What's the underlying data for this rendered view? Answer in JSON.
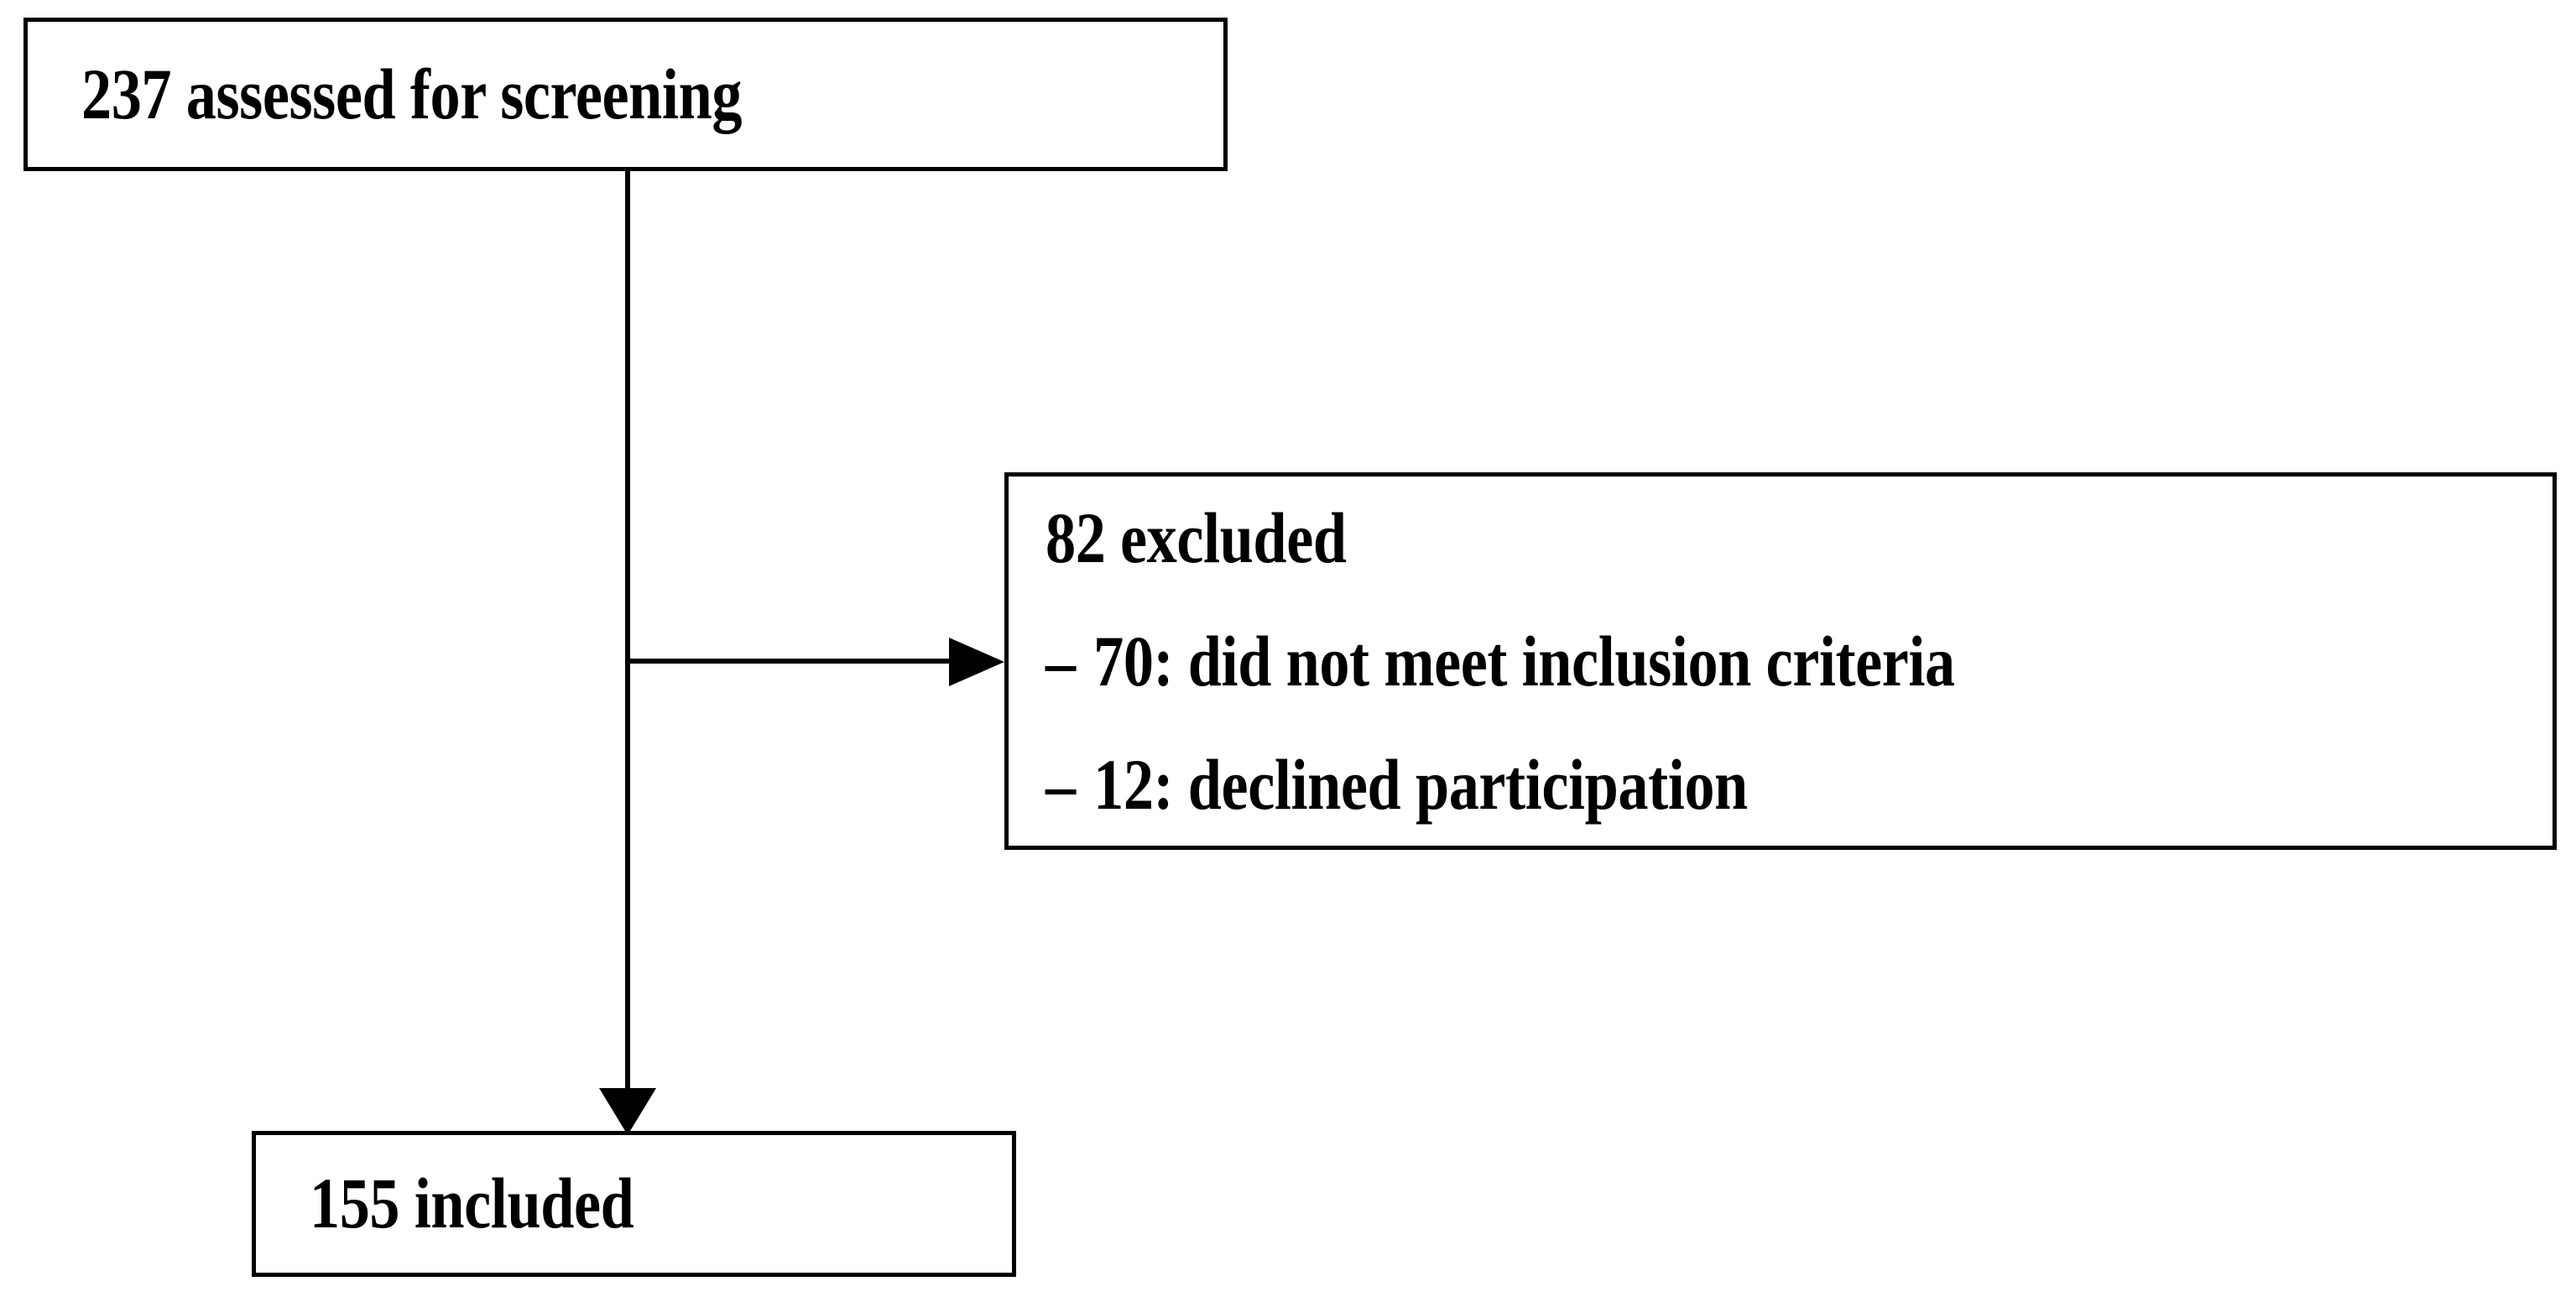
{
  "diagram": {
    "type": "participant-flow-diagram",
    "nodes": {
      "screened": {
        "text": "237 assessed for screening",
        "count": 237
      },
      "excluded": {
        "heading": "82 excluded",
        "count": 82,
        "reasons": [
          {
            "dash": "–",
            "text": "70: did not meet inclusion criteria",
            "count": 70
          },
          {
            "dash": "–",
            "text": "12: declined participation",
            "count": 12
          }
        ]
      },
      "included": {
        "text": "155 included",
        "count": 155
      }
    },
    "connectors": {
      "trunk": "vertical-line",
      "branch": "horizontal-line",
      "arrow_to_excluded": "arrowhead-right-icon",
      "arrow_to_included": "arrowhead-down-icon"
    },
    "colors": {
      "stroke": "#000000",
      "fill": "#ffffff",
      "text": "#000000"
    }
  }
}
